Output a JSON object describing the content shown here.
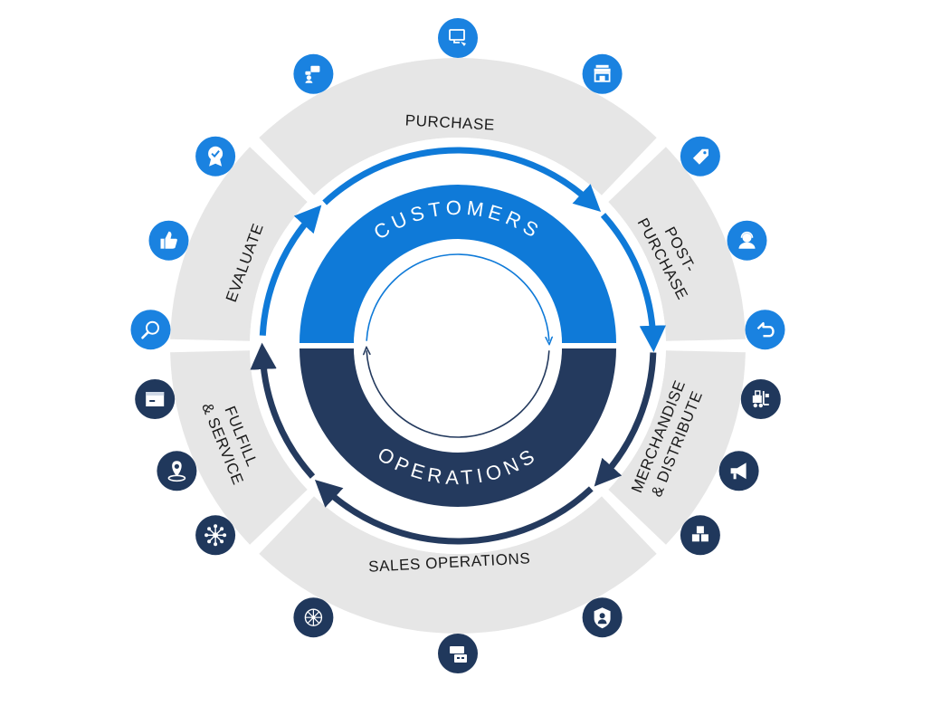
{
  "segments": [
    {
      "id": "purchase",
      "lines": [
        "PURCHASE"
      ]
    },
    {
      "id": "post-purchase",
      "lines": [
        "POST-",
        "PURCHASE"
      ]
    },
    {
      "id": "merchandise",
      "lines": [
        "MERCHANDISE",
        "& DISTRIBUTE"
      ]
    },
    {
      "id": "sales-operations",
      "lines": [
        "SALES OPERATIONS"
      ]
    },
    {
      "id": "fulfill",
      "lines": [
        "FULFILL",
        "& SERVICE"
      ]
    },
    {
      "id": "evaluate",
      "lines": [
        "EVALUATE"
      ]
    }
  ],
  "core": {
    "top_label": "CUSTOMERS",
    "bottom_label": "OPERATIONS"
  },
  "colors": {
    "segment_fill": "#e6e6e6",
    "customers_blue": "#0f7ad8",
    "operations_navy": "#243a5e",
    "icon_light_blue": "#1a82e0",
    "icon_dark_navy": "#20385c"
  },
  "icons": [
    {
      "name": "chat-people-icon",
      "tone": "light"
    },
    {
      "name": "monitor-cart-icon",
      "tone": "light"
    },
    {
      "name": "storefront-icon",
      "tone": "light"
    },
    {
      "name": "price-tag-icon",
      "tone": "light"
    },
    {
      "name": "headset-agent-icon",
      "tone": "light"
    },
    {
      "name": "return-arrow-icon",
      "tone": "light"
    },
    {
      "name": "forklift-icon",
      "tone": "dark"
    },
    {
      "name": "megaphone-icon",
      "tone": "dark"
    },
    {
      "name": "boxes-icon",
      "tone": "dark"
    },
    {
      "name": "shield-person-icon",
      "tone": "dark"
    },
    {
      "name": "payment-terminal-icon",
      "tone": "dark"
    },
    {
      "name": "network-globe-icon",
      "tone": "dark"
    },
    {
      "name": "hub-network-icon",
      "tone": "dark"
    },
    {
      "name": "location-pin-icon",
      "tone": "dark"
    },
    {
      "name": "shipping-box-icon",
      "tone": "dark"
    },
    {
      "name": "magnifier-icon",
      "tone": "light"
    },
    {
      "name": "thumbs-up-icon",
      "tone": "light"
    },
    {
      "name": "award-badge-icon",
      "tone": "light"
    }
  ]
}
